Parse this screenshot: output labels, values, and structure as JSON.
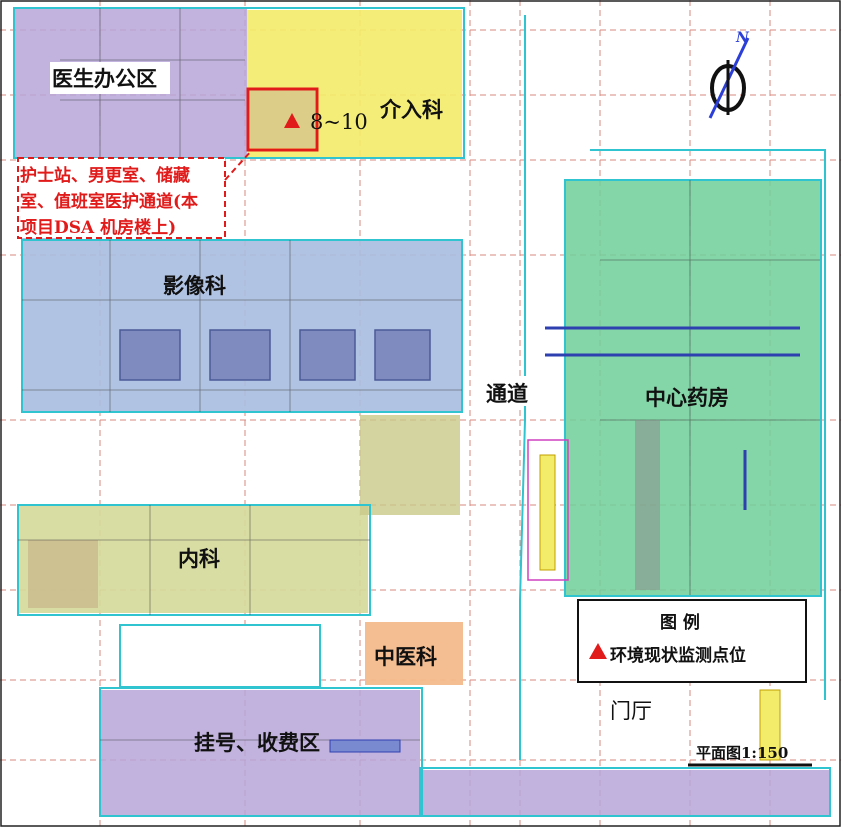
{
  "zones": {
    "doctor_office": "医生办公区",
    "interventional": "介入科",
    "imaging": "影像科",
    "corridor": "通道",
    "central_pharmacy": "中心药房",
    "internal_medicine": "内科",
    "tcm": "中医科",
    "registration": "挂号、收费区",
    "lobby": "门厅"
  },
  "monitor_point": {
    "marker": "▲",
    "label": "8~10"
  },
  "callout": {
    "line1": "护士站、男更室、储藏",
    "line2": "室、值班室医护通道(本",
    "line3": "项目DSA 机房楼上)"
  },
  "legend": {
    "title": "图  例",
    "marker": "▲",
    "item": "环境现状监测点位"
  },
  "scale_bar": {
    "label": "平面图1:150"
  },
  "compass": {
    "north_letter": "N"
  },
  "colors": {
    "purple_zone": "#b6a6d8",
    "yellow_zone": "#f3ec6a",
    "blue_zone": "#a9bde0",
    "green_zone": "#6fcf9a",
    "olive_zone": "#d4d99a",
    "orange_zone": "#f4bb8c",
    "wall_cyan": "#2fc4cf",
    "grid_red": "#c85a4a",
    "accent_red": "#e11a1a"
  }
}
